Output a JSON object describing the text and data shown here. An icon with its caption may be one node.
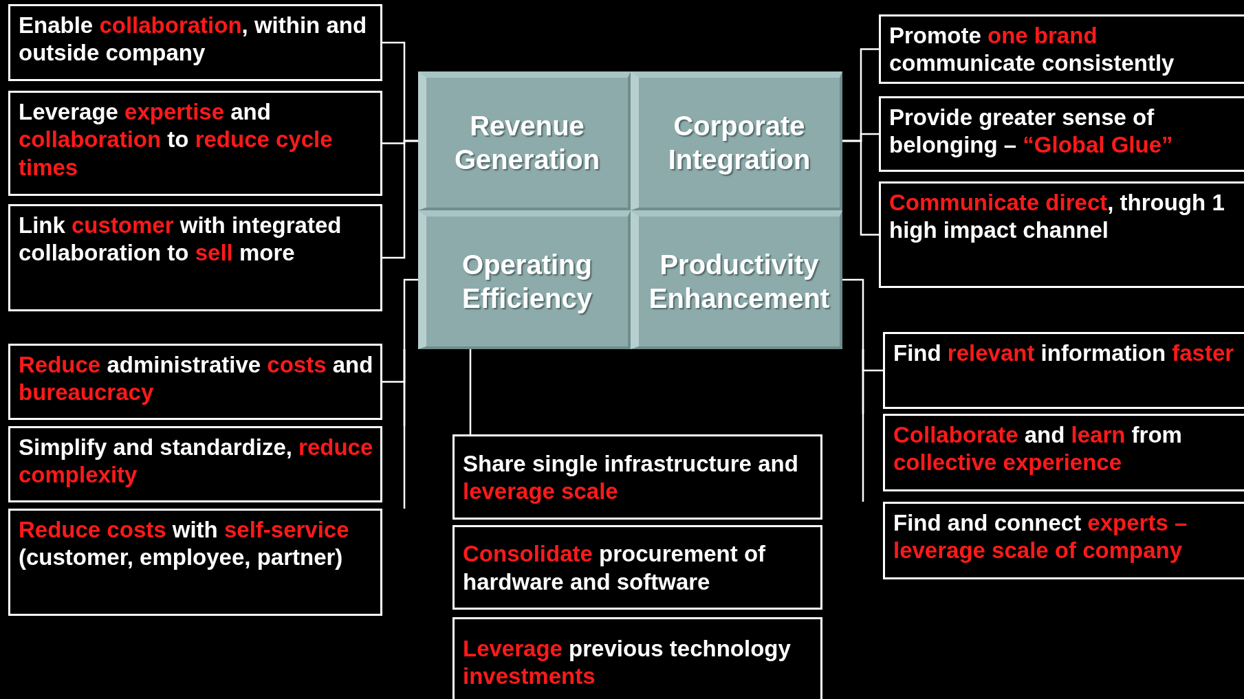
{
  "diagram": {
    "nodes": [
      {
        "text": [
          "Enable **collaboration**, within and outside company"
        ]
      },
      {
        "text": [
          "Leverage **expertise** and **collaboration** to **reduce cycle times**"
        ]
      },
      {
        "text": [
          "Link **customer** with integrated collaboration to **sell** more"
        ]
      },
      {
        "text": [
          "**Reduce** administrative **costs** and **bureaucracy**"
        ]
      },
      {
        "text": [
          "Simplify and standardize, **reduce complexity**"
        ]
      },
      {
        "text": [
          "**Reduce costs** with **self-service** (customer, employee, partner)"
        ]
      },
      {
        "text": [
          "Revenue Generation"
        ]
      },
      {
        "text": [
          "Corporate Integration"
        ]
      },
      {
        "text": [
          "Operating Efficiency"
        ]
      },
      {
        "text": [
          "Productivity Enhancement"
        ]
      },
      {
        "text": [
          "Promote **one brand** communicate consistently"
        ]
      },
      {
        "text": [
          "Provide greater sense of belonging – **“Global Glue”**"
        ]
      },
      {
        "text": [
          "**Communicate direct**, through 1 high impact channel"
        ]
      },
      {
        "text": [
          "Find **relevant** information **faster**"
        ]
      },
      {
        "text": [
          "**Collaborate** and **learn** from **collective experience**"
        ]
      },
      {
        "text": [
          "Find and connect **experts – leverage scale of company**"
        ]
      },
      {
        "text": [
          "Share single infrastructure and **leverage scale**"
        ]
      },
      {
        "text": [
          "**Consolidate** procurement of hardware and software"
        ]
      },
      {
        "text": [
          "**Leverage** previous technology **investments**"
        ]
      }
    ],
    "edges": [
      {
        "from": 6,
        "to": 0,
        "arrow": "none"
      },
      {
        "from": 6,
        "to": 1,
        "arrow": "none"
      },
      {
        "from": 6,
        "to": 2,
        "arrow": "none"
      },
      {
        "from": 8,
        "to": 3,
        "arrow": "none"
      },
      {
        "from": 8,
        "to": 4,
        "arrow": "none"
      },
      {
        "from": 8,
        "to": 5,
        "arrow": "none"
      },
      {
        "from": 7,
        "to": 10,
        "arrow": "none"
      },
      {
        "from": 7,
        "to": 11,
        "arrow": "none"
      },
      {
        "from": 7,
        "to": 12,
        "arrow": "none"
      },
      {
        "from": 9,
        "to": 13,
        "arrow": "none"
      },
      {
        "from": 9,
        "to": 14,
        "arrow": "none"
      },
      {
        "from": 9,
        "to": 15,
        "arrow": "none"
      },
      {
        "from": 8,
        "to": 16,
        "arrow": "none"
      }
    ]
  }
}
